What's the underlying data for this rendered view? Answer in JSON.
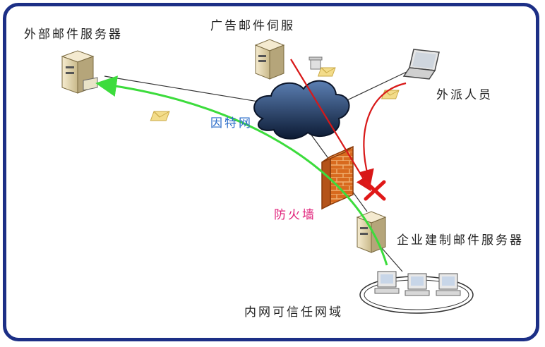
{
  "labels": {
    "external_mail_server": "外部邮件服务器",
    "ad_mail_server": "广告邮件伺服",
    "field_staff": "外派人员",
    "internet": "因特网",
    "firewall": "防火墙",
    "enterprise_mail_server": "企业建制邮件服务器",
    "trusted_intranet": "内网可信任网域"
  },
  "colors": {
    "frame": "#1c2f86",
    "internet_label": "#2a6cc9",
    "firewall_label": "#e0207a",
    "allowed_path": "#3cdc3c",
    "blocked_path": "#d81818",
    "block_mark": "#e01818",
    "link_line": "#333333"
  }
}
